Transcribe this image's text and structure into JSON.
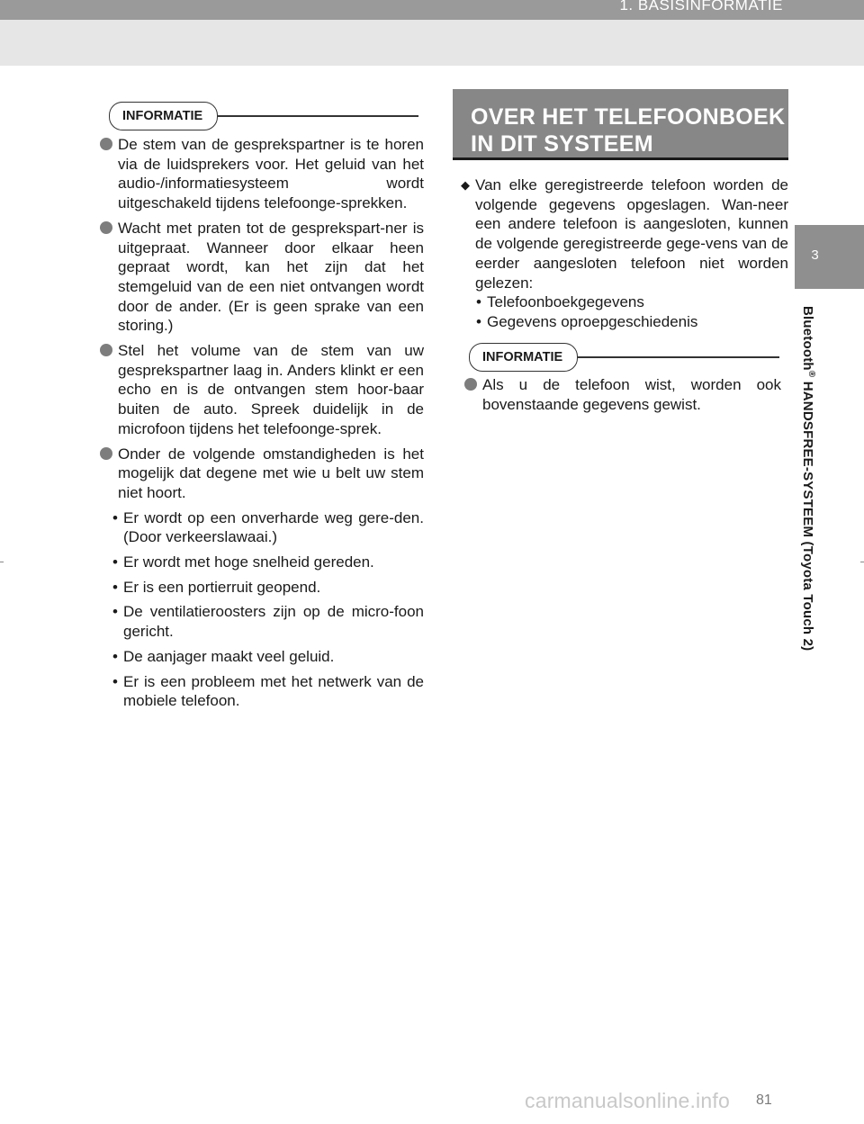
{
  "header": {
    "section": "1. BASISINFORMATIE"
  },
  "sidebar": {
    "chapter": "3",
    "title": "Bluetooth",
    "title_reg": "®",
    "title_rest": " HANDSFREE-SYSTEEM (Toyota Touch 2)"
  },
  "left": {
    "info_label": "INFORMATIE",
    "items": [
      "De stem van de gesprekspartner is te horen via de luidsprekers voor. Het geluid van het audio-/informatiesysteem wordt uitgeschakeld tijdens telefoonge-sprekken.",
      "Wacht met praten tot de gesprekspart-ner is uitgepraat. Wanneer door elkaar heen gepraat wordt, kan het zijn dat het stemgeluid van de een niet ontvangen wordt door de ander. (Er is geen sprake van een storing.)",
      "Stel het volume van de stem van uw gesprekspartner laag in. Anders klinkt er een echo en is de ontvangen stem hoor-baar buiten de auto. Spreek duidelijk in de microfoon tijdens het telefoonge-sprek.",
      "Onder de volgende omstandigheden is het mogelijk dat degene met wie u belt uw stem niet hoort."
    ],
    "subitems": [
      "Er wordt op een onverharde weg gere-den. (Door verkeerslawaai.)",
      "Er wordt met hoge snelheid gereden.",
      "Er is een portierruit geopend.",
      "De ventilatieroosters zijn op de micro-foon gericht.",
      "De aanjager maakt veel geluid.",
      "Er is een probleem met het netwerk van de mobiele telefoon."
    ]
  },
  "right": {
    "title_line1": "OVER HET TELEFOONBOEK",
    "title_line2": "IN DIT SYSTEEM",
    "intro": "Van elke geregistreerde telefoon worden de volgende gegevens opgeslagen. Wan-neer een andere telefoon is aangesloten, kunnen de volgende geregistreerde gege-vens van de eerder aangesloten telefoon niet worden gelezen:",
    "list": [
      "Telefoonboekgegevens",
      "Gegevens oproepgeschiedenis"
    ],
    "info_label": "INFORMATIE",
    "info_item": "Als u de telefoon wist, worden ook bovenstaande gegevens gewist."
  },
  "footer": {
    "page": "81",
    "watermark": "carmanualsonline.info"
  }
}
